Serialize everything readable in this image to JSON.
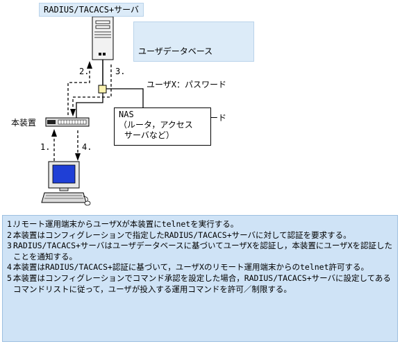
{
  "server": {
    "title": "RADIUS/TACACS+サーバ"
  },
  "database": {
    "title": "ユーザデータベース",
    "entries": [
      "ユーザX：パスワード",
      "ユーザY：パスワード"
    ]
  },
  "nas": {
    "lines": [
      "NAS",
      "（ルータ，アクセス",
      "サーバなど）"
    ]
  },
  "device": {
    "label": "本装置"
  },
  "arrows": {
    "step1": "1.",
    "step2": "2.",
    "step3": "3.",
    "step4": "4."
  },
  "steps": [
    {
      "num": "1.",
      "text": "リモート運用端末からユーザXが本装置にtelnetを実行する。"
    },
    {
      "num": "2.",
      "text": "本装置はコンフィグレーションで指定したRADIUS/TACACS+サーバに対して認証を要求する。"
    },
    {
      "num": "3.",
      "text": "RADIUS/TACACS+サーバはユーザデータベースに基づいてユーザXを認証し，本装置にユーザXを認証したことを通知する。"
    },
    {
      "num": "4.",
      "text": "本装置はRADIUS/TACACS+認証に基づいて，ユーザXのリモート運用端末からのtelnet許可する。"
    },
    {
      "num": "5.",
      "text": "本装置はコンフィグレーションでコマンド承認を設定した場合，RADIUS/TACACS+サーバに設定してあるコマンドリストに従って，ユーザが投入する運用コマンドを許可／制限する。"
    }
  ],
  "colors": {
    "label_bg": "#dcebf8",
    "steps_bg": "#cfe3f6",
    "screen": "#1f3fd6"
  }
}
